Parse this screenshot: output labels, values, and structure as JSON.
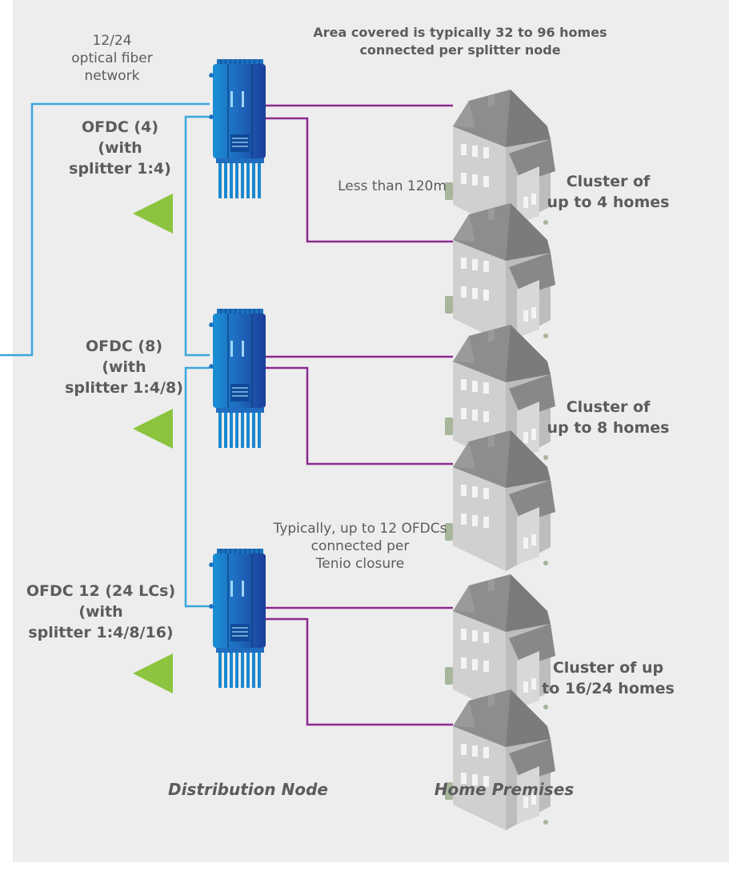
{
  "labels": {
    "network": "12/24\noptical fiber\nnetwork",
    "area_note": "Area covered is typically 32 to 96 homes\nconnected per splitter node",
    "ofdc4": "OFDC (4)\n(with\nsplitter 1:4)",
    "ofdc8": "OFDC (8)\n(with\nsplitter 1:4/8)",
    "ofdc12": "OFDC 12 (24 LCs)\n(with\nsplitter 1:4/8/16)",
    "distance": "Less than 120m",
    "cluster4": "Cluster of\nup to 4 homes",
    "cluster8": "Cluster of\nup to 8 homes",
    "cluster16": "Cluster of up\nto 16/24 homes",
    "typically": "Typically, up to 12 OFDCs\nconnected per\nTenio closure",
    "distribution_node": "Distribution Node",
    "home_premises": "Home Premises"
  },
  "colors": {
    "background": "#ededed",
    "fiber": "#3aa6dd",
    "drop_cable": "#8b2a8f",
    "ofdc_body": "#1f5fb0",
    "arrow": "#8cc43f",
    "house_roof": "#8a8a8a",
    "house_wall": "#e4e4e4",
    "text": "#5c5c5c"
  }
}
